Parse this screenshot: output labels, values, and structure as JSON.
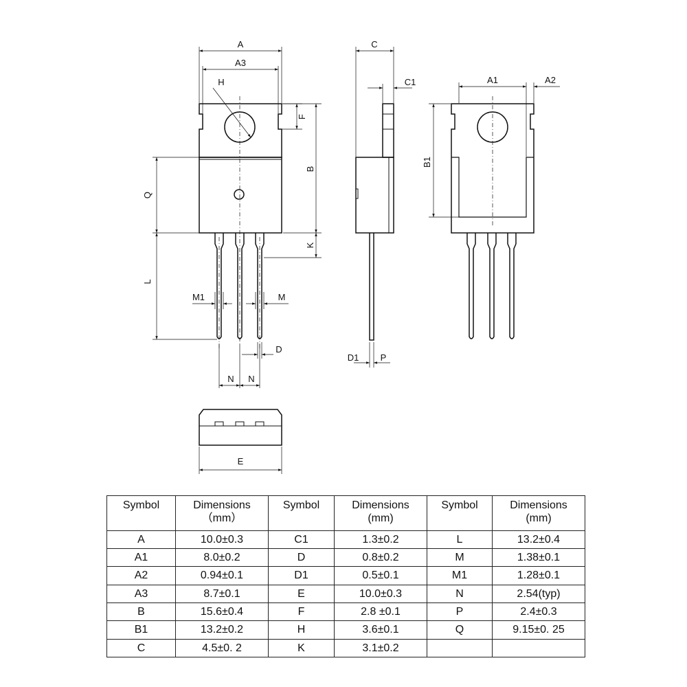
{
  "labels": {
    "A": "A",
    "A3": "A3",
    "H": "H",
    "F": "F",
    "B": "B",
    "Q": "Q",
    "K": "K",
    "L": "L",
    "M1": "M1",
    "M": "M",
    "D": "D",
    "N1": "N",
    "N2": "N",
    "C": "C",
    "C1": "C1",
    "D1": "D1",
    "P": "P",
    "A1": "A1",
    "A2": "A2",
    "B1": "B1",
    "E": "E"
  },
  "table": {
    "headers": [
      {
        "symbol": "Symbol",
        "dim_line1": "Dimensions",
        "dim_line2": "（mm）"
      },
      {
        "symbol": "Symbol",
        "dim_line1": "Dimensions",
        "dim_line2": "(mm)"
      },
      {
        "symbol": "Symbol",
        "dim_line1": "Dimensions",
        "dim_line2": "(mm)"
      }
    ],
    "rows": [
      [
        {
          "s": "A",
          "v": "10.0±0.3"
        },
        {
          "s": "C1",
          "v": "1.3±0.2"
        },
        {
          "s": "L",
          "v": "13.2±0.4"
        }
      ],
      [
        {
          "s": "A1",
          "v": "8.0±0.2"
        },
        {
          "s": "D",
          "v": "0.8±0.2"
        },
        {
          "s": "M",
          "v": "1.38±0.1"
        }
      ],
      [
        {
          "s": "A2",
          "v": "0.94±0.1"
        },
        {
          "s": "D1",
          "v": "0.5±0.1"
        },
        {
          "s": "M1",
          "v": "1.28±0.1"
        }
      ],
      [
        {
          "s": "A3",
          "v": "8.7±0.1"
        },
        {
          "s": "E",
          "v": "10.0±0.3"
        },
        {
          "s": "N",
          "v": "2.54(typ)"
        }
      ],
      [
        {
          "s": "B",
          "v": "15.6±0.4"
        },
        {
          "s": "F",
          "v": "2.8 ±0.1"
        },
        {
          "s": "P",
          "v": "2.4±0.3"
        }
      ],
      [
        {
          "s": "B1",
          "v": "13.2±0.2"
        },
        {
          "s": "H",
          "v": "3.6±0.1"
        },
        {
          "s": "Q",
          "v": "9.15±0. 25"
        }
      ],
      [
        {
          "s": "C",
          "v": "4.5±0. 2"
        },
        {
          "s": "K",
          "v": "3.1±0.2"
        },
        {
          "s": "",
          "v": ""
        }
      ]
    ]
  }
}
